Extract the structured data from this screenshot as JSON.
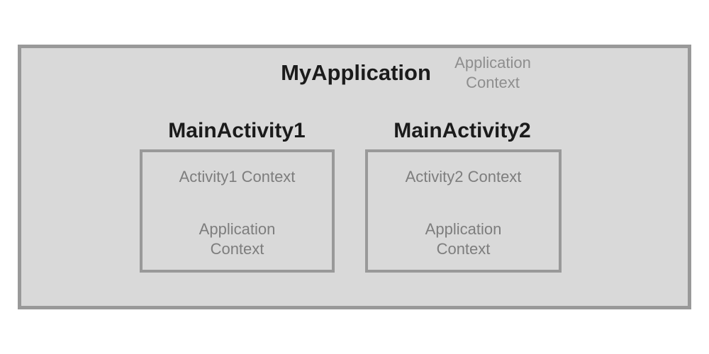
{
  "diagram": {
    "application": {
      "name": "MyApplication",
      "context_label": "Application Context"
    },
    "activities": [
      {
        "name": "MainActivity1",
        "activity_context": "Activity1 Context",
        "application_context": "Application Context"
      },
      {
        "name": "MainActivity2",
        "activity_context": "Activity2 Context",
        "application_context": "Application Context"
      }
    ],
    "colors": {
      "canvas_background": "#ffffff",
      "box_background": "#d9d9d9",
      "border": "#999999",
      "heading_text": "#1b1b1b",
      "context_text": "#7d7d7d",
      "application_context_text": "#8e8e8e"
    }
  }
}
